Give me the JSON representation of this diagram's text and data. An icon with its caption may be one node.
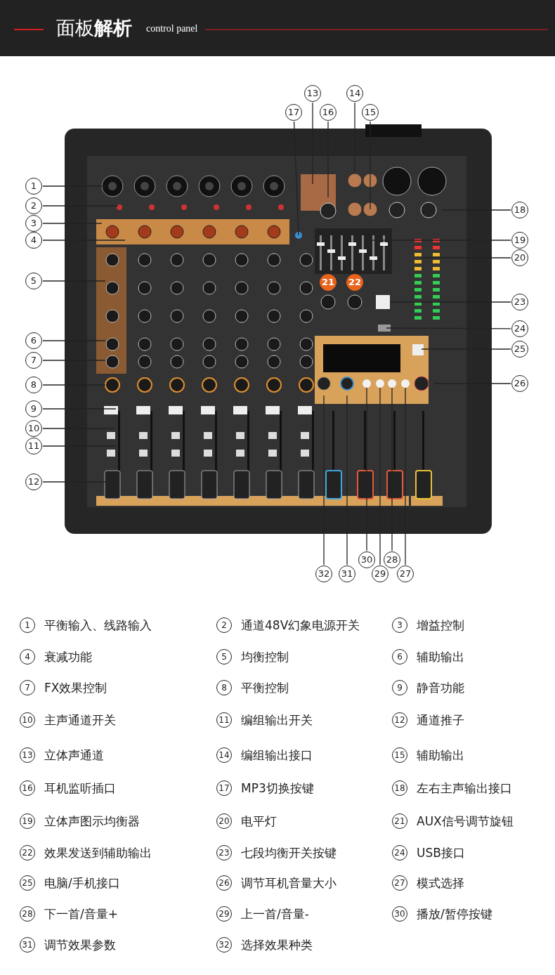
{
  "diagram": {
    "title": "面板**解析**",
    "nodes": [
      {
        "text": [
          "1"
        ]
      },
      {
        "text": [
          "2"
        ]
      },
      {
        "text": [
          "3"
        ]
      },
      {
        "text": [
          "4"
        ]
      },
      {
        "text": [
          "5"
        ]
      },
      {
        "text": [
          "6"
        ]
      },
      {
        "text": [
          "7"
        ]
      },
      {
        "text": [
          "8"
        ]
      },
      {
        "text": [
          "9"
        ]
      },
      {
        "text": [
          "10"
        ]
      },
      {
        "text": [
          "11"
        ]
      },
      {
        "text": [
          "12"
        ]
      },
      {
        "text": [
          "13"
        ]
      },
      {
        "text": [
          "14"
        ]
      },
      {
        "text": [
          "15"
        ]
      },
      {
        "text": [
          "16"
        ]
      },
      {
        "text": [
          "17"
        ]
      },
      {
        "text": [
          "18"
        ]
      },
      {
        "text": [
          "19"
        ]
      },
      {
        "text": [
          "20"
        ]
      },
      {
        "text": [
          "21"
        ]
      },
      {
        "text": [
          "22"
        ]
      },
      {
        "text": [
          "23"
        ]
      },
      {
        "text": [
          "24"
        ]
      },
      {
        "text": [
          "25"
        ]
      },
      {
        "text": [
          "26"
        ]
      },
      {
        "text": [
          "27"
        ]
      },
      {
        "text": [
          "28"
        ]
      },
      {
        "text": [
          "29"
        ]
      },
      {
        "text": [
          "30"
        ]
      },
      {
        "text": [
          "31"
        ]
      },
      {
        "text": [
          "32"
        ]
      }
    ],
    "edges": [
      {
        "from": 0,
        "to": null,
        "arrow": "none"
      },
      {
        "from": 1,
        "to": null,
        "arrow": "none"
      },
      {
        "from": 2,
        "to": null,
        "arrow": "none"
      },
      {
        "from": 3,
        "to": null,
        "arrow": "none"
      },
      {
        "from": 4,
        "to": null,
        "arrow": "none"
      },
      {
        "from": 5,
        "to": null,
        "arrow": "none"
      },
      {
        "from": 6,
        "to": null,
        "arrow": "none"
      },
      {
        "from": 7,
        "to": null,
        "arrow": "none"
      },
      {
        "from": 8,
        "to": null,
        "arrow": "none"
      },
      {
        "from": 9,
        "to": null,
        "arrow": "none"
      },
      {
        "from": 10,
        "to": null,
        "arrow": "none"
      },
      {
        "from": 11,
        "to": null,
        "arrow": "none"
      },
      {
        "from": 12,
        "to": null,
        "arrow": "none"
      },
      {
        "from": 13,
        "to": null,
        "arrow": "none"
      },
      {
        "from": 14,
        "to": null,
        "arrow": "none"
      },
      {
        "from": 15,
        "to": null,
        "arrow": "none"
      },
      {
        "from": 16,
        "to": null,
        "arrow": "none"
      },
      {
        "from": 17,
        "to": null,
        "arrow": "none"
      },
      {
        "from": 18,
        "to": null,
        "arrow": "none"
      },
      {
        "from": 19,
        "to": null,
        "arrow": "none"
      },
      {
        "from": 22,
        "to": null,
        "arrow": "none"
      },
      {
        "from": 23,
        "to": null,
        "arrow": "none"
      },
      {
        "from": 24,
        "to": null,
        "arrow": "none"
      },
      {
        "from": 25,
        "to": null,
        "arrow": "none"
      },
      {
        "from": 26,
        "to": null,
        "arrow": "none"
      },
      {
        "from": 27,
        "to": null,
        "arrow": "none"
      },
      {
        "from": 28,
        "to": null,
        "arrow": "none"
      },
      {
        "from": 29,
        "to": null,
        "arrow": "none"
      },
      {
        "from": 30,
        "to": null,
        "arrow": "none"
      },
      {
        "from": 31,
        "to": null,
        "arrow": "none"
      }
    ],
    "labels": [
      "control panel",
      "1",
      "平衡输入、线路输入",
      "2",
      "通道48V幻象电源开关",
      "3",
      "增益控制",
      "4",
      "衰减功能",
      "5",
      "均衡控制",
      "6",
      "辅助输出",
      "7",
      "FX效果控制",
      "8",
      "平衡控制",
      "9",
      "静音功能",
      "10",
      "主声通道开关",
      "11",
      "编组输出开关",
      "12",
      "通道推子",
      "13",
      "立体声通道",
      "14",
      "编组输出接口",
      "15",
      "辅助输出",
      "16",
      "耳机监听插口",
      "17",
      "MP3切换按键",
      "18",
      "左右主声输出接口",
      "19",
      "立体声图示均衡器",
      "20",
      "电平灯",
      "21",
      "AUX信号调节旋钮",
      "22",
      "效果发送到辅助输出",
      "23",
      "七段均衡开关按键",
      "24",
      "USB接口",
      "25",
      "电脑/手机接口",
      "26",
      "调节耳机音量大小",
      "27",
      "模式选择",
      "28",
      "下一首/音量+",
      "29",
      "上一首/音量-",
      "30",
      "播放/暂停按键",
      "31",
      "调节效果参数",
      "32",
      "选择效果种类"
    ]
  }
}
